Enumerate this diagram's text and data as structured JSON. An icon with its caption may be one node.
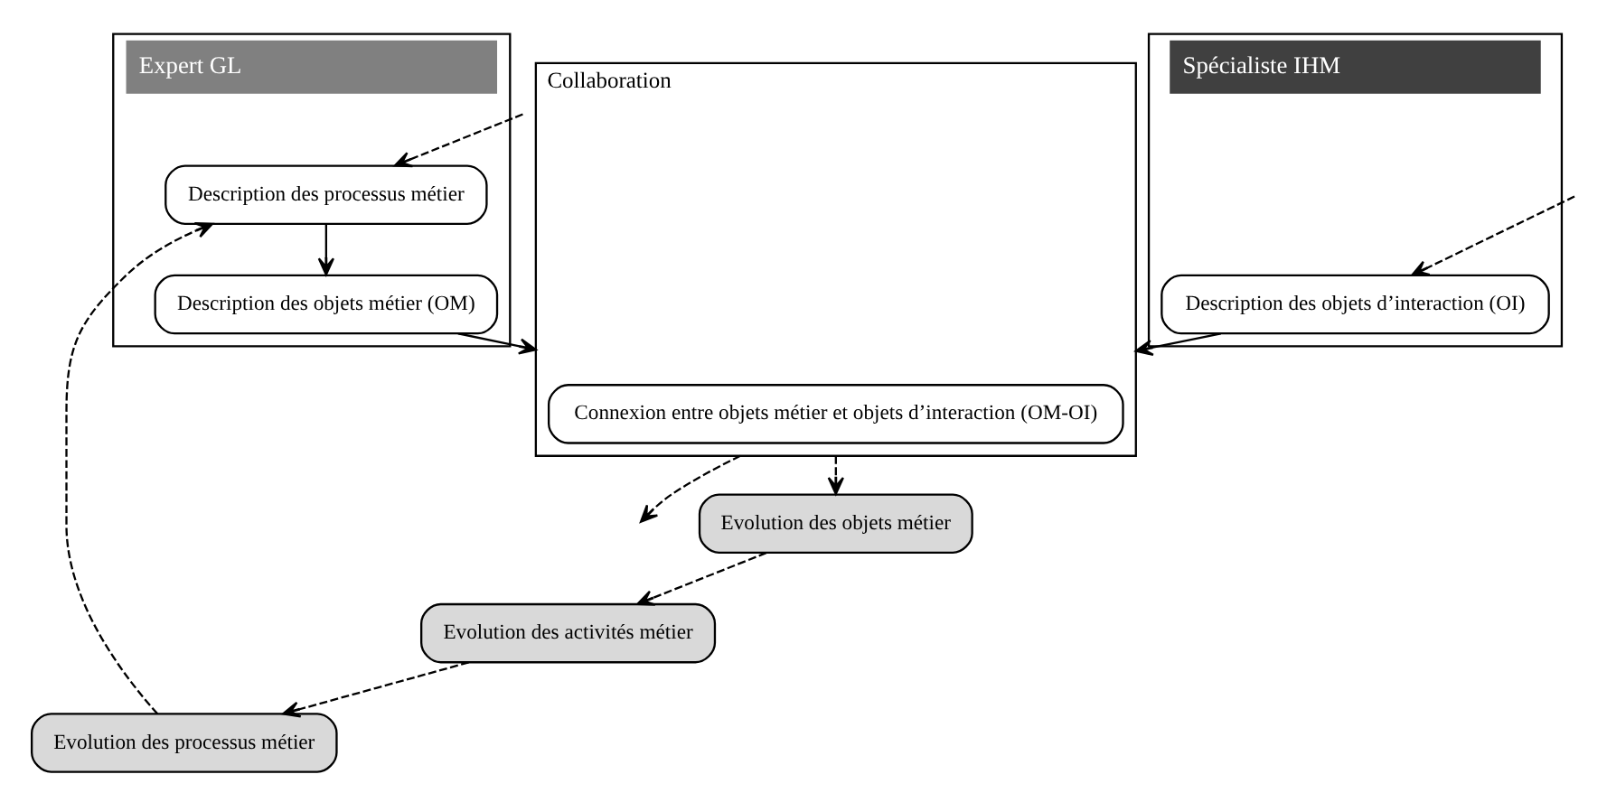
{
  "diagram": {
    "nodes": [
      {
        "text": [
          "Expert GL"
        ]
      },
      {
        "text": [
          "Spécialiste IHM"
        ]
      },
      {
        "text": [
          "Description des processus métier"
        ],
        "in": 0
      },
      {
        "text": [
          "Description des objets métier (OM)"
        ],
        "in": 0
      },
      {
        "text": [
          "Description des objets d’interaction (OI)"
        ],
        "in": 1
      },
      {
        "text": [
          "Collaboration"
        ]
      },
      {
        "text": [
          "Connexion entre objets métier et objets d’interaction (OM-OI)"
        ],
        "in": 5
      },
      {
        "text": [
          "Evolution des processus métier"
        ]
      },
      {
        "text": [
          "Evolution des activités métier"
        ]
      },
      {
        "text": [
          "Evolution des objets métier"
        ]
      }
    ],
    "edges": [
      {
        "from": null,
        "to": 2,
        "arrow": "to",
        "style": "dashed"
      },
      {
        "from": 2,
        "to": 3,
        "arrow": "to"
      },
      {
        "from": null,
        "to": 4,
        "arrow": "to",
        "style": "dashed"
      },
      {
        "from": 3,
        "to": 5,
        "arrow": "to"
      },
      {
        "from": 4,
        "to": 5,
        "arrow": "to"
      },
      {
        "from": 5,
        "to": null,
        "arrow": "to",
        "style": "dashed"
      },
      {
        "from": 5,
        "to": 9,
        "arrow": "to",
        "style": "dashed"
      },
      {
        "from": 9,
        "to": 8,
        "arrow": "to",
        "style": "dashed"
      },
      {
        "from": 8,
        "to": 7,
        "arrow": "to",
        "style": "dashed"
      },
      {
        "from": 7,
        "to": 2,
        "arrow": "to",
        "style": "dashed"
      }
    ]
  }
}
